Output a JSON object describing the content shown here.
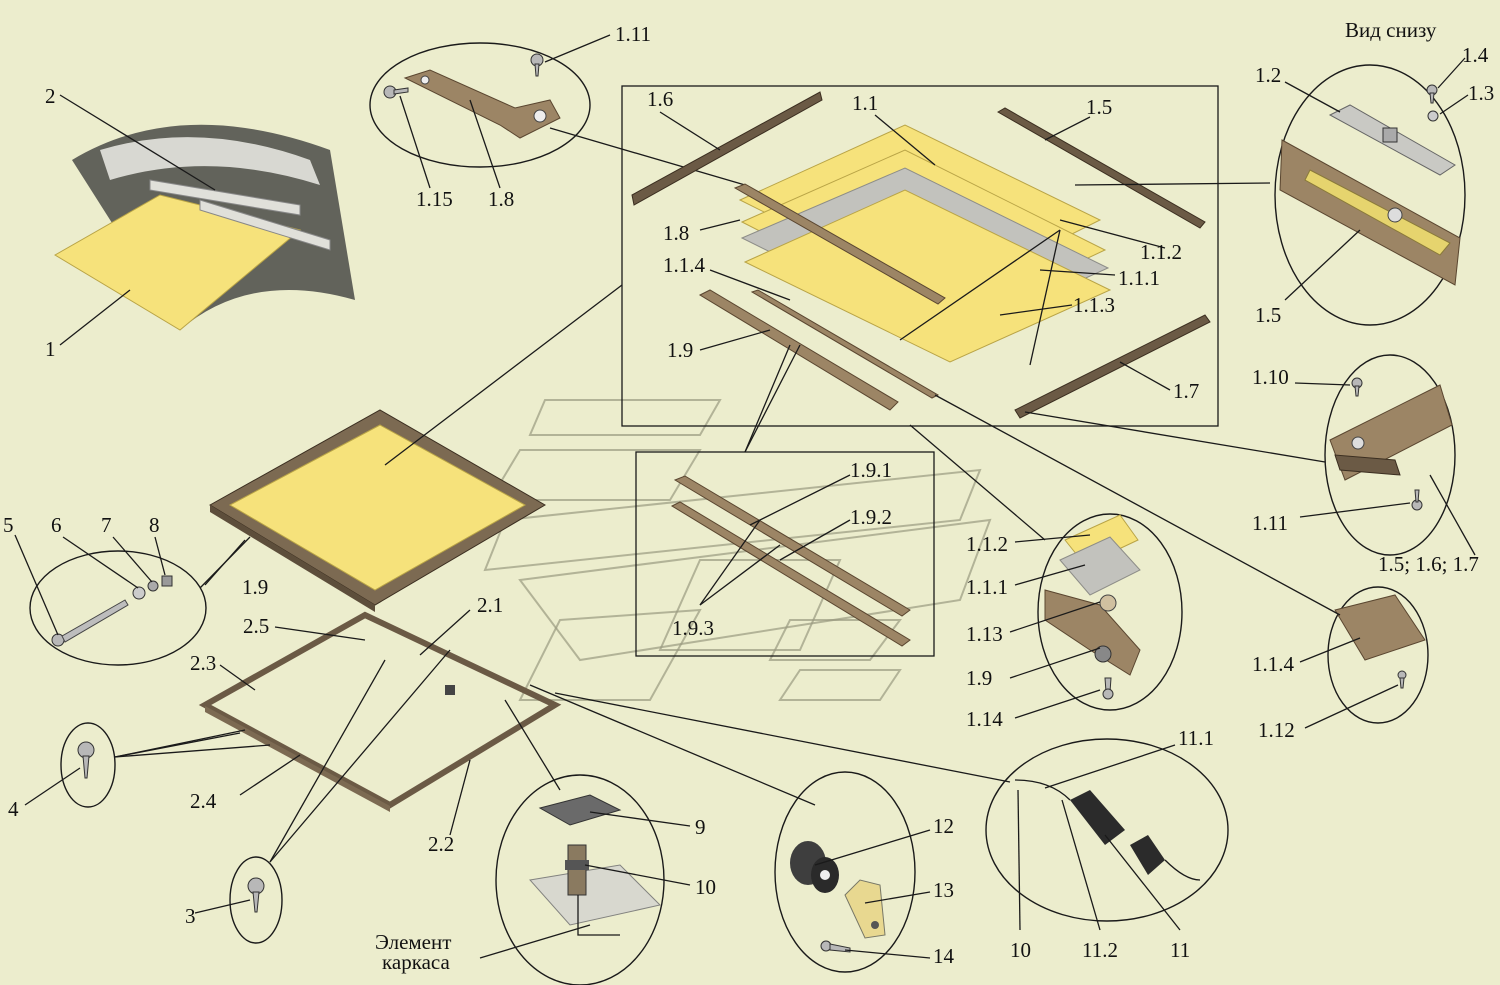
{
  "heading": "Вид снизу",
  "caption": {
    "line1": "Элемент",
    "line2": "каркаса"
  },
  "labels": {
    "l1": "1",
    "l2": "2",
    "l3": "3",
    "l4": "4",
    "l5": "5",
    "l6": "6",
    "l7": "7",
    "l8": "8",
    "l9": "9",
    "l10a": "10",
    "l10b": "10",
    "l11": "11",
    "l12": "12",
    "l13": "13",
    "l14": "14",
    "l1_1": "1.1",
    "l1_1_1a": "1.1.1",
    "l1_1_1b": "1.1.1",
    "l1_1_2a": "1.1.2",
    "l1_1_2b": "1.1.2",
    "l1_1_3": "1.1.3",
    "l1_1_4a": "1.1.4",
    "l1_1_4b": "1.1.4",
    "l1_2": "1.2",
    "l1_3": "1.3",
    "l1_4": "1.4",
    "l1_5a": "1.5",
    "l1_5b": "1.5",
    "l1_6": "1.6",
    "l1_7": "1.7",
    "l1_8a": "1.8",
    "l1_8b": "1.8",
    "l1_9a": "1.9",
    "l1_9b": "1.9",
    "l1_9c": "1.9",
    "l1_9_1": "1.9.1",
    "l1_9_2": "1.9.2",
    "l1_9_3": "1.9.3",
    "l1_10": "1.10",
    "l1_11a": "1.11",
    "l1_11b": "1.11",
    "l1_12": "1.12",
    "l1_13": "1.13",
    "l1_14": "1.14",
    "l1_15": "1.15",
    "l1_567": "1.5; 1.6; 1.7",
    "l2_1": "2.1",
    "l2_2": "2.2",
    "l2_3": "2.3",
    "l2_4": "2.4",
    "l2_5": "2.5",
    "l11_1": "11.1",
    "l11_2": "11.2"
  }
}
